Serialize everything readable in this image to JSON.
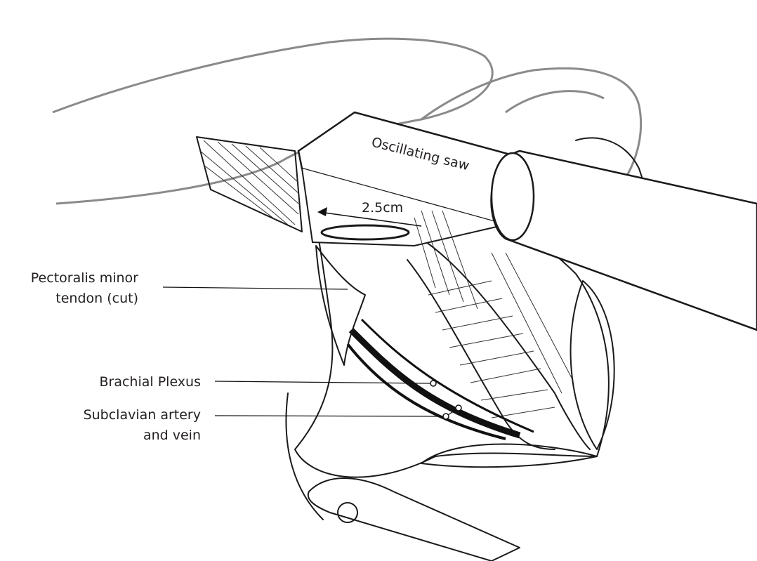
{
  "labels": {
    "saw": "Oscillating saw",
    "measure": "2.5cm",
    "pectoralis_line1": "Pectoralis minor",
    "pectoralis_line2": "tendon (cut)",
    "brachial": "Brachial Plexus",
    "subclavian_line1": "Subclavian artery",
    "subclavian_line2": "and vein"
  }
}
